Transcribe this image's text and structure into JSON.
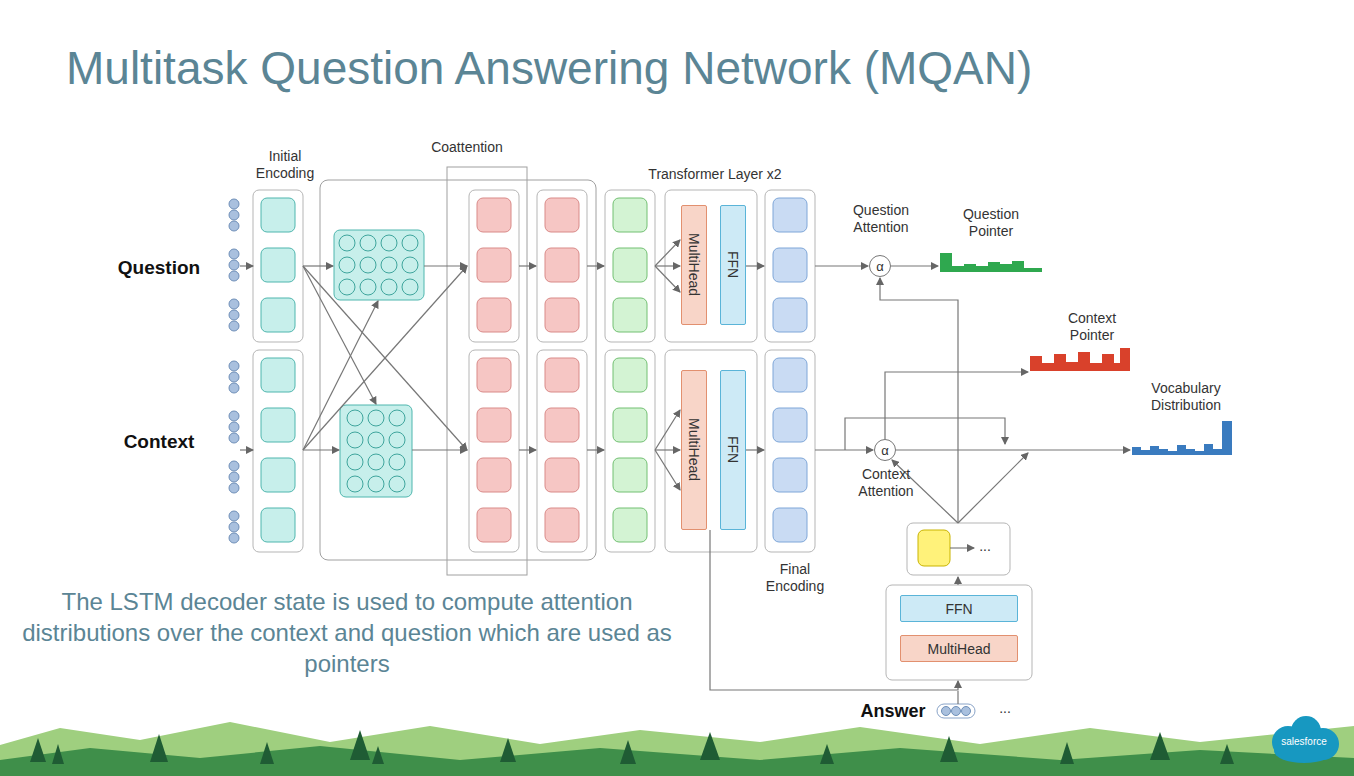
{
  "diagram": {
    "title": "Multitask Question Answering Network (MQAN)",
    "caption": "The LSTM decoder state is used to compute attention distributions over the context and question which are used as pointers",
    "nodes": [
      {
        "text": [
          "MultiHead"
        ]
      },
      {
        "text": [
          "FFN"
        ]
      },
      {
        "text": [
          "MultiHead"
        ]
      },
      {
        "text": [
          "FFN"
        ]
      },
      {
        "text": [
          "Question Attention",
          "α"
        ]
      },
      {
        "text": [
          "α",
          "Context Attention"
        ]
      },
      {
        "text": [
          "FFN"
        ]
      },
      {
        "text": [
          "MultiHead"
        ]
      }
    ],
    "labels": [
      "Initial Encoding",
      "Coattention",
      "Transformer Layer x2",
      "Question",
      "Context",
      "Question Pointer",
      "Context Pointer",
      "Vocabulary Distribution",
      "Final Encoding",
      "Answer",
      "...",
      "...",
      "salesforce"
    ]
  }
}
